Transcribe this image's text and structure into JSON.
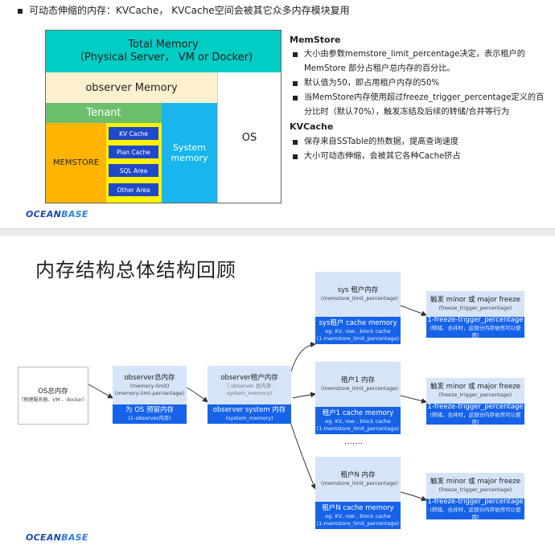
{
  "top_bullet": "可动态伸缩的内存：KVCache， KVCache空间会被其它众多内存模块复用",
  "memory_diagram": {
    "total": [
      "Total Memory",
      "（Physical Server， VM or Docker)"
    ],
    "observer": "observer Memory",
    "tenant": "Tenant",
    "memstore": "MEMSTORE",
    "kv_cache": "KV Cache",
    "plan_cache": "Plan Cache",
    "sql_area": "SQL Area",
    "other_area": "Other Area",
    "system_memory": [
      "System",
      "memory"
    ],
    "os": "OS"
  },
  "sidebar": {
    "memstore_title": "MemStore",
    "memstore_items": [
      "大小由参数memstore_limit_percentage决定，表示租户的MemStore 部分占租户总内存的百分比。",
      "默认值为50，即占用租户内存的50%",
      "当MemStore内存使用超过freeze_trigger_percentage定义的百分比时（默认70%），触发冻结及后续的转储/合并等行为"
    ],
    "kvcache_title": "KVCache",
    "kvcache_items": [
      "保存来自SSTable的热数据，提高查询速度",
      "大小可动态伸缩，会被其它各种Cache挤占"
    ]
  },
  "logo": {
    "part1": "OCEAN",
    "part2": "BASE"
  },
  "slide2": {
    "title": "内存结构总体结构回顾",
    "os_box": {
      "title": "OS总内存",
      "sub": "（物理服务器、VM 、docker）"
    },
    "observer_total": {
      "title": "observer总内存",
      "sub1": "(memory-limit)",
      "sub2": "(memory-limt-percentage)"
    },
    "os_reserved": {
      "title": "为 OS 预留内存",
      "sub": "(1-observer内存)"
    },
    "observer_tenant": {
      "title": "observer租户内存",
      "sub1": "（ observer 总内存 -",
      "sub2": "system_memory)"
    },
    "observer_system": {
      "title": "observer system 内存",
      "sub": "(system_memory)"
    },
    "tenants": [
      {
        "title": "sys 租户内存",
        "sub": "（memstore_limit_percentage)",
        "cache_title": "sys租户 cache memory",
        "cache_sub1": "eg. KV, row , block cache",
        "cache_sub2": "(1-memstore_limit_percentage)"
      },
      {
        "title": "租户1 内存",
        "sub": "（memstore_limit_percentage)",
        "cache_title": "租户1 cache memory",
        "cache_sub1": "eg. KV, row , block cache",
        "cache_sub2": "(1-memstore_limit_percentage)"
      },
      {
        "title": "租户N 内存",
        "sub": "（memstore_limit_percentage)",
        "cache_title": "租户N cache memory",
        "cache_sub1": "eg. KV, row , block cache",
        "cache_sub2": "(1-memstore_limit_percentage)"
      }
    ],
    "freeze": {
      "title": "触发 minor 或 major freeze",
      "sub": "(freeze_trigger_percentage)",
      "dark_title": "1-freeze-trigger_percentage",
      "dark_sub": "(转储、合并时，这部分内存依然可以使用)"
    },
    "ellipsis": "……."
  },
  "colors": {
    "teal": "#00cdc3",
    "cream": "#fdf0cf",
    "green": "#6cc06c",
    "orange": "#ffb400",
    "yellow": "#fff200",
    "blue": "#1f49c8",
    "cyan": "#18b5ee",
    "light_blue": "#d6e4f7",
    "dark_blue": "#1663e8"
  }
}
